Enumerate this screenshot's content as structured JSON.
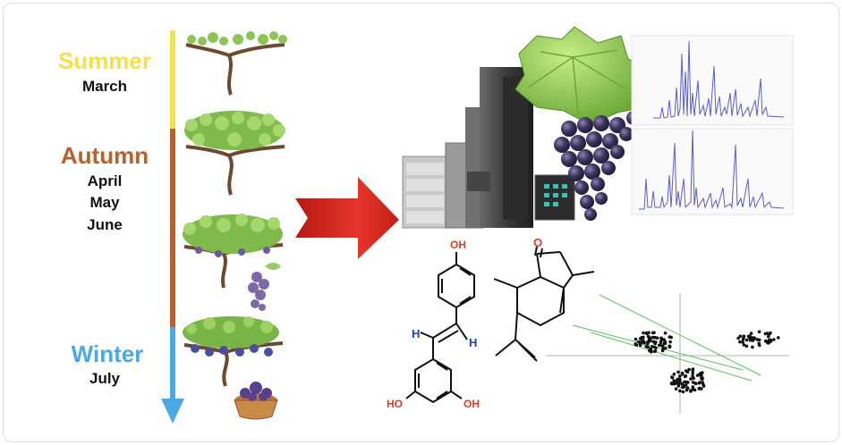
{
  "seasons": {
    "summer": {
      "name": "Summer",
      "months": [
        "March"
      ],
      "color": "#f4e04a"
    },
    "autumn": {
      "name": "Autumn",
      "months": [
        "April",
        "May",
        "June"
      ],
      "color": "#b8612a"
    },
    "winter": {
      "name": "Winter",
      "months": [
        "July"
      ],
      "color": "#4aa8e2"
    }
  },
  "molecules": {
    "resveratrol": {
      "top_oh": "OH",
      "h_left": "H",
      "h_right": "H",
      "oh_left": "HO",
      "oh_right": "OH"
    },
    "ketone": {
      "o": "O"
    }
  },
  "colors": {
    "arrow_red": "#d9261c",
    "chromatogram": "#5b5bd6",
    "vine_green": "#79b84a",
    "grape_purple": "#4a3f7a",
    "oxygen_red": "#e03a2a",
    "hydrogen_blue": "#1a3fd6"
  }
}
